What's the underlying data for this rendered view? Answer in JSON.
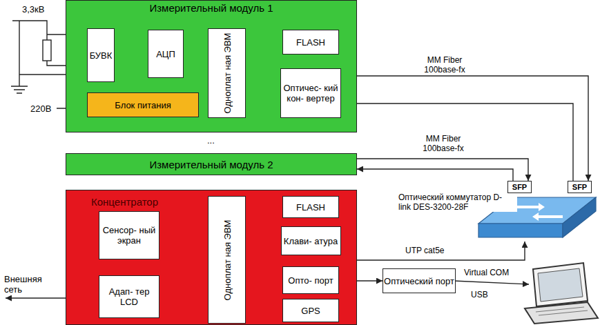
{
  "diagram": {
    "nodes": [
      {
        "text": [
          "Измерительный модуль 1"
        ]
      },
      {
        "text": [
          "БУВК"
        ],
        "in": 0
      },
      {
        "text": [
          "АЦП"
        ],
        "in": 0
      },
      {
        "text": [
          "Одноплат ная ЭВМ"
        ],
        "in": 0
      },
      {
        "text": [
          "FLASH"
        ],
        "in": 0
      },
      {
        "text": [
          "Оптичес- кий кон- вертер"
        ],
        "in": 0
      },
      {
        "text": [
          "Блок питания"
        ],
        "in": 0
      },
      {
        "text": [
          "Измерительный модуль 2"
        ]
      },
      {
        "text": [
          "Концентратор"
        ]
      },
      {
        "text": [
          "Сенсор- ный экран"
        ],
        "in": 8
      },
      {
        "text": [
          "Адап- тер LCD"
        ],
        "in": 8
      },
      {
        "text": [
          "Одноплат ная ЭВМ"
        ],
        "in": 8
      },
      {
        "text": [
          "FLASH"
        ],
        "in": 8
      },
      {
        "text": [
          "Клави- атура"
        ],
        "in": 8
      },
      {
        "text": [
          "Опто- порт"
        ],
        "in": 8
      },
      {
        "text": [
          "GPS"
        ],
        "in": 8
      },
      {
        "text": [
          "Оптический порт"
        ]
      },
      {
        "text": [
          "Оптический коммутатор D- link DES-3200-28F"
        ]
      },
      {
        "text": [
          "SFP"
        ]
      },
      {
        "text": [
          "SFP"
        ]
      }
    ],
    "edges": [
      {
        "from": 1,
        "to": 2,
        "arrow": "both"
      },
      {
        "from": 2,
        "to": 3,
        "arrow": "both"
      },
      {
        "from": 3,
        "to": 4,
        "arrow": "both"
      },
      {
        "from": 3,
        "to": 5,
        "arrow": "both"
      },
      {
        "from": 5,
        "to": 19,
        "label": "MM Fiber 100base-fx",
        "arrow": "to"
      },
      {
        "from": 19,
        "to": 5,
        "arrow": "to"
      },
      {
        "from": 7,
        "to": 18,
        "label": "MM Fiber 100base-fx",
        "arrow": "to"
      },
      {
        "from": 18,
        "to": 7,
        "arrow": "to"
      },
      {
        "from": 9,
        "to": 11,
        "arrow": "to"
      },
      {
        "from": 11,
        "to": 10,
        "arrow": "to"
      },
      {
        "from": 10,
        "to": 9,
        "arrow": "to"
      },
      {
        "from": 11,
        "to": 12,
        "arrow": "both"
      },
      {
        "from": 13,
        "to": 11,
        "arrow": "to"
      },
      {
        "from": 11,
        "to": 14,
        "arrow": "both"
      },
      {
        "from": 11,
        "to": 15,
        "arrow": "both"
      },
      {
        "from": 11,
        "to": 17,
        "label": "UTP cat5e",
        "arrow": "to"
      },
      {
        "from": 14,
        "to": 16,
        "arrow": "both"
      }
    ],
    "labels": [
      "3,3кВ",
      "220В",
      "...",
      "Внешняя сеть",
      "Virtual COM",
      "USB"
    ]
  }
}
